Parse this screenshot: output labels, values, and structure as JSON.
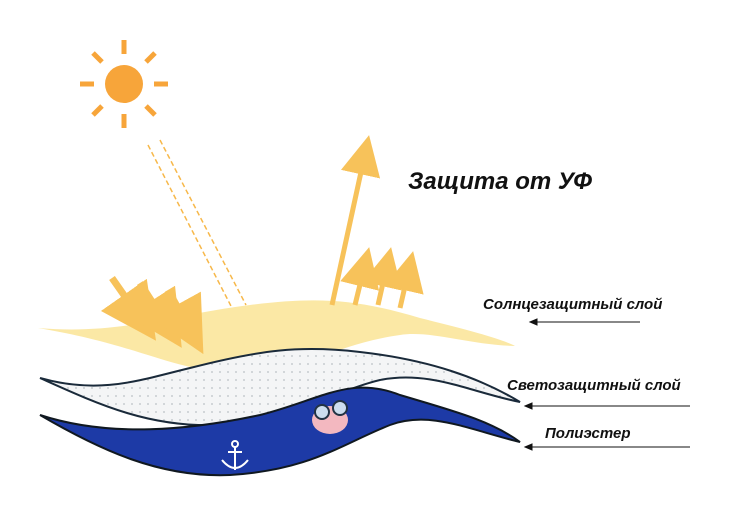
{
  "title": "Защита от УФ",
  "layers": [
    {
      "label": "Солнцезащитный слой"
    },
    {
      "label": "Светозащитный слой"
    },
    {
      "label": "Полиэстер"
    }
  ],
  "colors": {
    "sun": "#f7a53a",
    "rays": "#f7c25a",
    "sunscreen_layer": "#fbe7a0",
    "polyester": "#1d3aa6"
  }
}
